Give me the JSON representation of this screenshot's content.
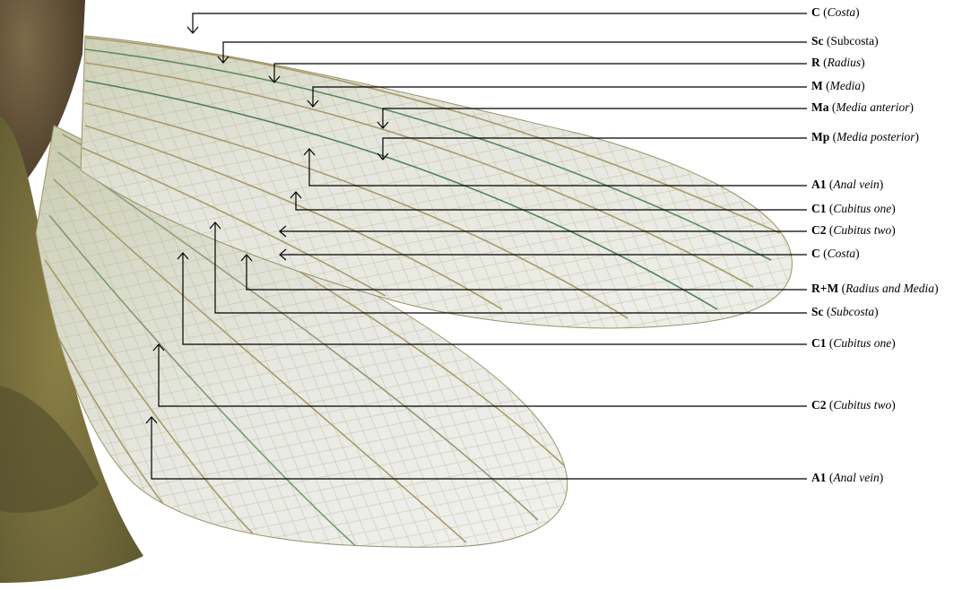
{
  "labels": [
    {
      "abbr": "C",
      "paren_before": " (",
      "name": "Costa",
      "italic": true,
      "paren_after": ")"
    },
    {
      "abbr": "Sc",
      "paren_before": " (",
      "name": "Subcosta",
      "italic": false,
      "paren_after": ")"
    },
    {
      "abbr": "R",
      "paren_before": " (",
      "name": "Radius",
      "italic": true,
      "paren_after": ")"
    },
    {
      "abbr": "M",
      "paren_before": " (",
      "name": "Media",
      "italic": true,
      "paren_after": ")"
    },
    {
      "abbr": "Ma",
      "paren_before": " (",
      "name": "Media anterior",
      "italic": true,
      "paren_after": ")"
    },
    {
      "abbr": "Mp",
      "paren_before": " (",
      "name": "Media posterior",
      "italic": true,
      "paren_after": ")"
    },
    {
      "abbr": "A1",
      "paren_before": " (",
      "name": "Anal vein",
      "italic": true,
      "paren_after": ")"
    },
    {
      "abbr": "C1",
      "paren_before": " (",
      "name": "Cubitus one",
      "italic": true,
      "paren_after": ")"
    },
    {
      "abbr": "C2",
      "paren_before": " (",
      "name": "Cubitus two",
      "italic": true,
      "paren_after": ")"
    },
    {
      "abbr": "C",
      "paren_before": " (",
      "name": "Costa",
      "italic": true,
      "paren_after": ")"
    },
    {
      "abbr": "R+M",
      "paren_before": " (",
      "name": "Radius and Media",
      "italic": true,
      "paren_after": ")"
    },
    {
      "abbr": "Sc",
      "paren_before": " (",
      "name": "Subcosta",
      "italic": true,
      "paren_after": ")"
    },
    {
      "abbr": "C1",
      "paren_before": " (",
      "name": "Cubitus one",
      "italic": true,
      "paren_after": ")"
    },
    {
      "abbr": "C2",
      "paren_before": " (",
      "name": "Cubitus two",
      "italic": true,
      "paren_after": ")"
    },
    {
      "abbr": "A1",
      "paren_before": " (",
      "name": "Anal vein",
      "italic": true,
      "paren_after": ")"
    }
  ],
  "colors": {
    "body_dark": "#5a4a33",
    "body_olive": "#6f6a3a",
    "wing_fill": "#e9ebe4",
    "vein": "#b8a879",
    "vein_green": "#2f6b4a",
    "leader": "#000000"
  }
}
